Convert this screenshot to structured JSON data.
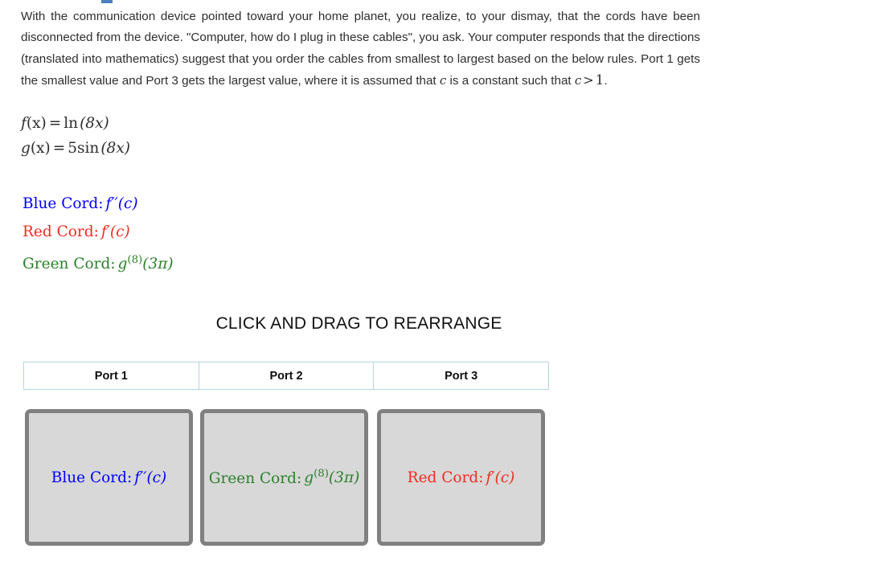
{
  "top_fragment": {
    "color": "#4a7fc1"
  },
  "question": {
    "text_parts": {
      "p1": "With the communication device pointed toward your home planet, you realize, to your dismay, that the cords have been disconnected from the device. \"Computer, how do I plug in these cables\", you ask. Your computer responds that the directions (translated into mathematics) suggest that you order the cables from smallest to largest based on the below rules. Port 1 gets the smallest value and Port 3 gets the largest value, where it is assumed that ",
      "var_c": "c",
      "p2": " is a constant such that ",
      "var_c2": "c",
      "gt": ">",
      "one": "1",
      "period": "."
    }
  },
  "equations": [
    {
      "name": "f-definition",
      "lhs_fn": "f",
      "lhs_arg": "(x)",
      "eq": "=",
      "rhs_fn": "ln",
      "rhs_arg": "(8x)",
      "plain": "f (x) = ln (8x)"
    },
    {
      "name": "g-definition",
      "lhs_fn": "g",
      "lhs_arg": "(x)",
      "eq": "=",
      "rhs_coef": "5",
      "rhs_fn": "sin",
      "rhs_arg": "(8x)",
      "plain": "g (x) = 5 sin (8x)"
    }
  ],
  "cords": [
    {
      "id": "blue",
      "label": "Blue Cord:",
      "base": "f",
      "primes": "′′",
      "superscript": "",
      "arg": "(c)",
      "plain": "Blue Cord: f″(c)",
      "color": "#0000ff"
    },
    {
      "id": "red",
      "label": "Red Cord:",
      "base": "f",
      "primes": "′",
      "superscript": "",
      "arg": "(c)",
      "plain": "Red Cord: f′(c)",
      "color": "#ee2d20"
    },
    {
      "id": "green",
      "label": "Green Cord:",
      "base": "g",
      "primes": "",
      "superscript": "(8)",
      "arg": "(3π)",
      "plain": "Green Cord: g^(8)(3π)",
      "color": "#2b802b"
    }
  ],
  "instruction": "CLICK AND DRAG TO REARRANGE",
  "ports": {
    "border_color": "#b3d4e3",
    "headers": [
      {
        "label": "Port 1"
      },
      {
        "label": "Port 2"
      },
      {
        "label": "Port 3"
      }
    ]
  },
  "cards": {
    "background": "#d8d8d8",
    "border_color": "#808080",
    "items": [
      {
        "slot": 1,
        "cord_id": "blue",
        "label": "Blue Cord:",
        "base": "f",
        "primes": "′′",
        "superscript": "",
        "arg": "(c)",
        "color": "#0000ff",
        "plain": "Blue Cord: f″(c)"
      },
      {
        "slot": 2,
        "cord_id": "green",
        "label": "Green Cord:",
        "base": "g",
        "primes": "",
        "superscript": "(8)",
        "arg": "(3π)",
        "color": "#2b802b",
        "plain": "Green Cord: g^(8)(3π)"
      },
      {
        "slot": 3,
        "cord_id": "red",
        "label": "Red Cord:",
        "base": "f",
        "primes": "′",
        "superscript": "",
        "arg": "(c)",
        "color": "#ee2d20",
        "plain": "Red Cord: f′(c)"
      }
    ]
  }
}
